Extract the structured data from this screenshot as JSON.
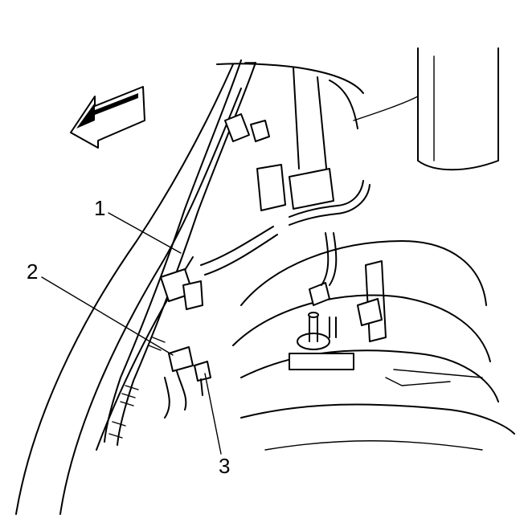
{
  "callouts": [
    {
      "id": "1",
      "label": "1"
    },
    {
      "id": "2",
      "label": "2"
    },
    {
      "id": "3",
      "label": "3"
    }
  ],
  "direction_arrow": {
    "icon": "forward-arrow-icon"
  },
  "colors": {
    "line": "#000000",
    "background": "#ffffff"
  }
}
